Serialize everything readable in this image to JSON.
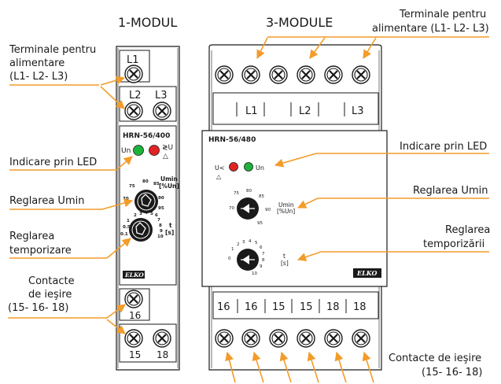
{
  "titles": {
    "module1": "1-MODUL",
    "module3": "3-MODULE"
  },
  "left_callouts": {
    "terminals_line1": "Terminale pentru",
    "terminals_line2": "alimentare",
    "terminals_line3": "(L1- L2- L3)",
    "led": "Indicare prin LED",
    "umin": "Reglarea Umin",
    "delay_line1": "Reglarea",
    "delay_line2": "temporizare",
    "contacts_line1": "Contacte",
    "contacts_line2": "de ieşire",
    "contacts_line3": "(15- 16- 18)"
  },
  "right_callouts": {
    "terminals_line1": "Terminale pentru",
    "terminals_line2": "alimentare (L1- L2- L3)",
    "led": "Indicare prin LED",
    "umin": "Reglarea Umin",
    "delay_line1": "Reglarea",
    "delay_line2": "temporizării",
    "contacts_line1": "Contacte de ieşire",
    "contacts_line2": "(15- 16- 18)"
  },
  "device1": {
    "terminal_l1": "L1",
    "terminal_l2": "L2",
    "terminal_l3": "L3",
    "model": "HRN-56/400",
    "led_un": "Un",
    "led_u": "≷U",
    "umin_label": "Umin",
    "umin_unit": "[%Un]",
    "umin_scale": [
      "75",
      "80",
      "85",
      "70",
      "90",
      "95"
    ],
    "t_label": "t",
    "t_unit": "[s]",
    "t_scale": [
      "2",
      "3",
      "4",
      "5",
      "6",
      "1",
      "7",
      "0.5",
      "8",
      "0.1",
      "9",
      "10"
    ],
    "brand": "ELKO",
    "terminal_16": "16",
    "terminal_15": "15",
    "terminal_18": "18"
  },
  "device3": {
    "top_labels": [
      "L1",
      "L2",
      "L3"
    ],
    "model": "HRN-56/480",
    "led_u": "U<",
    "led_un": "Un",
    "umin_label": "Umin",
    "umin_unit": "[%Un]",
    "umin_scale": [
      "75",
      "80",
      "85",
      "70",
      "90",
      "95"
    ],
    "t_label": "t",
    "t_unit": "[s]",
    "t_scale": [
      "2",
      "3",
      "4",
      "5",
      "1",
      "6",
      "0",
      "7",
      "8",
      "9",
      "10"
    ],
    "brand": "ELKO",
    "bottom_labels": [
      "16",
      "16",
      "15",
      "15",
      "18",
      "18"
    ]
  },
  "colors": {
    "accent": "#f39c2a",
    "led_red": "#e32323",
    "led_green": "#1db33a",
    "outline": "#1a1a1a"
  }
}
